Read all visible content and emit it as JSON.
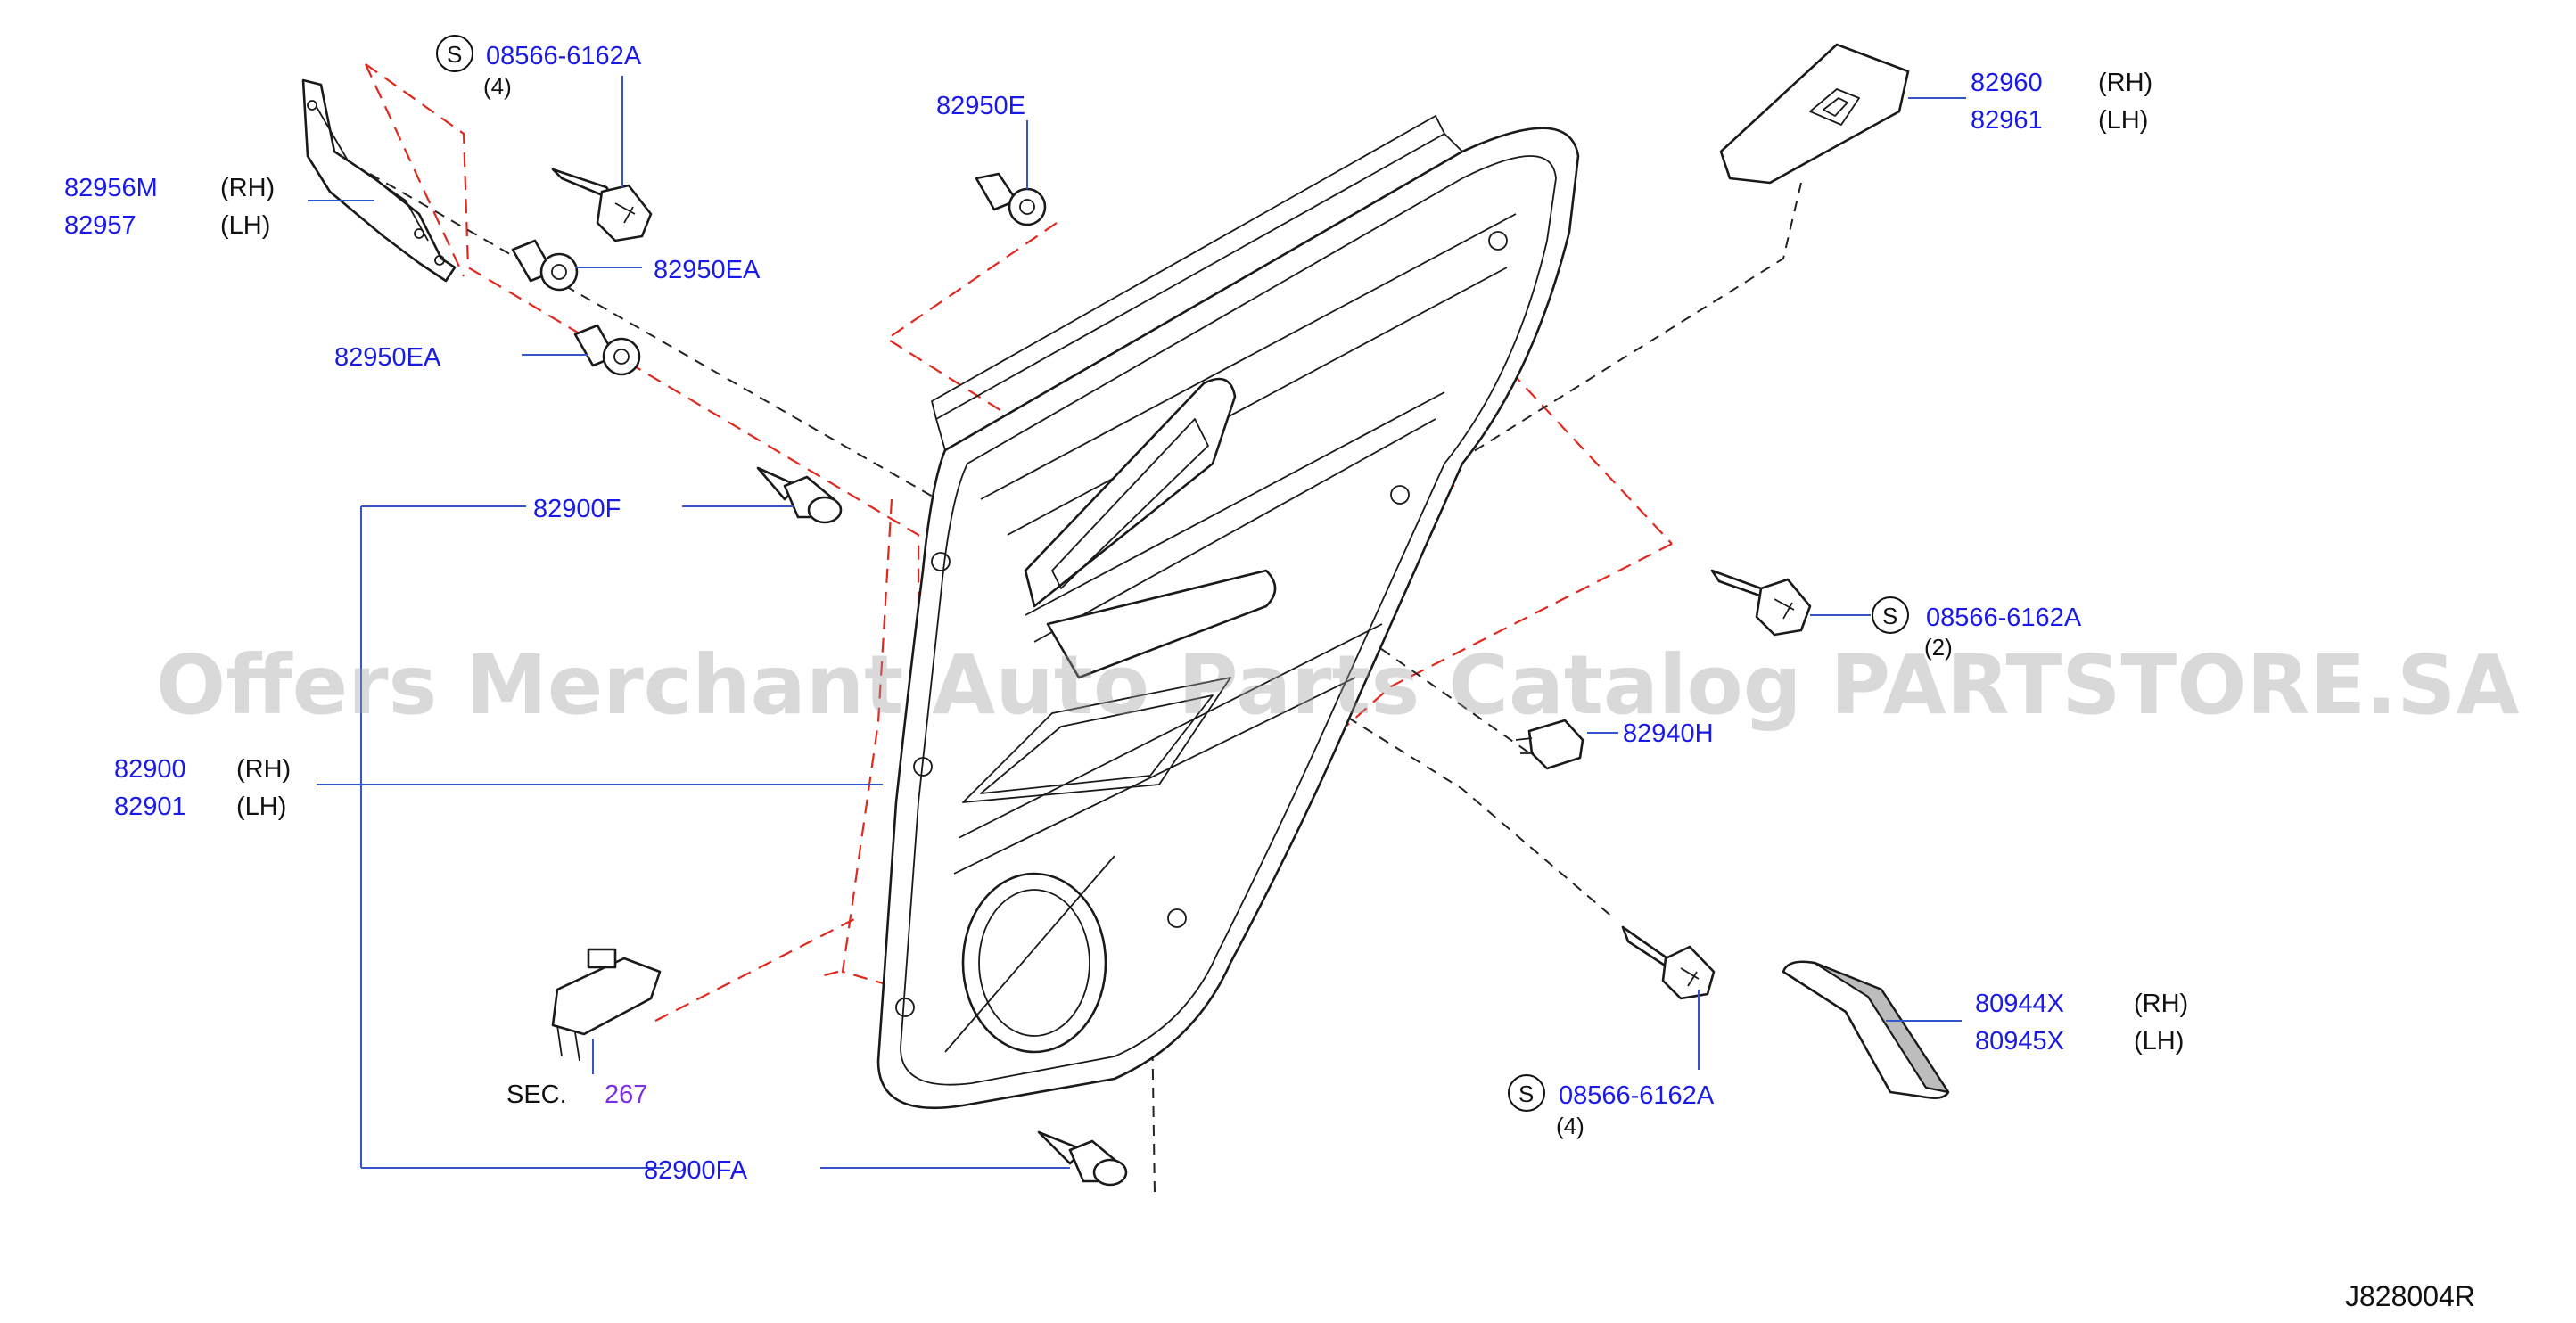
{
  "callouts": {
    "bolt_top": {
      "marker": "S",
      "part_no": "08566-6162A",
      "qty": "(4)"
    },
    "bolt_right": {
      "marker": "S",
      "part_no": "08566-6162A",
      "qty": "(2)"
    },
    "bolt_bottom": {
      "marker": "S",
      "part_no": "08566-6162A",
      "qty": "(4)"
    },
    "bracket": {
      "part_rh": "82956M",
      "side_rh": "(RH)",
      "part_lh": "82957",
      "side_lh": "(LH)"
    },
    "switch_panel": {
      "part_rh": "82960",
      "side_rh": "(RH)",
      "part_lh": "82961",
      "side_lh": "(LH)"
    },
    "door_trim": {
      "part_rh": "82900",
      "side_rh": "(RH)",
      "part_lh": "82901",
      "side_lh": "(LH)"
    },
    "moulding": {
      "part_rh": "80944X",
      "side_rh": "(RH)",
      "part_lh": "80945X",
      "side_lh": "(LH)"
    },
    "clip_e": {
      "part_no": "82950E"
    },
    "clip_ea_upper": {
      "part_no": "82950EA"
    },
    "clip_ea_lower": {
      "part_no": "82950EA"
    },
    "clip_f": {
      "part_no": "82900F"
    },
    "clip_fa": {
      "part_no": "82900FA"
    },
    "clip_h": {
      "part_no": "82940H"
    },
    "sec_ref": {
      "prefix": "SEC.",
      "section": "267"
    }
  },
  "watermark": "Offers Merchant Auto Parts Catalog PARTSTORE.SA",
  "diagram_code": "J828004R",
  "colors": {
    "part_number": "#1a1ae6",
    "section_ref": "#7a2fe0",
    "leader_line": "#3355cc",
    "phantom_line": "#e0281e",
    "outline": "#1a1a1a"
  }
}
